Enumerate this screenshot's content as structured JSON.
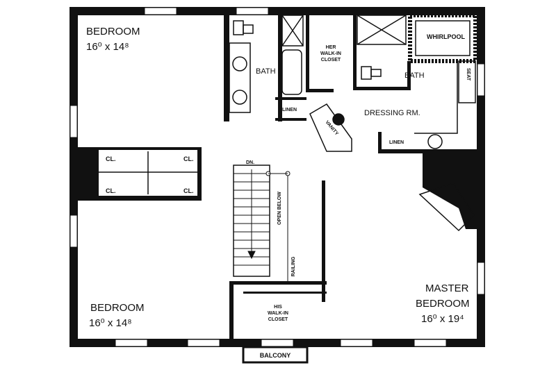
{
  "rooms": {
    "bedroom_nw": {
      "name": "BEDROOM",
      "size": "16⁰ x 14⁸"
    },
    "bedroom_sw": {
      "name": "BEDROOM",
      "size": "16⁰ x 14⁸"
    },
    "master": {
      "name_line1": "MASTER",
      "name_line2": "BEDROOM",
      "size": "16⁰ x 19⁴"
    },
    "bath_left": "BATH",
    "bath_right": "BATH",
    "dressing": "DRESSING RM.",
    "whirlpool": "WHIRLPOOL",
    "seat": "SEAT",
    "her_closet": [
      "HER",
      "WALK-IN",
      "CLOSET"
    ],
    "his_closet": [
      "HIS",
      "WALK-IN",
      "CLOSET"
    ],
    "linen_left": "LINEN",
    "linen_right": "LINEN",
    "vanity": "VANITY",
    "cl_labels": [
      "CL.",
      "CL.",
      "CL.",
      "CL."
    ],
    "stair_dn": "DN.",
    "open_below": "OPEN BELOW",
    "railing": "RAILING",
    "balcony": "BALCONY"
  }
}
